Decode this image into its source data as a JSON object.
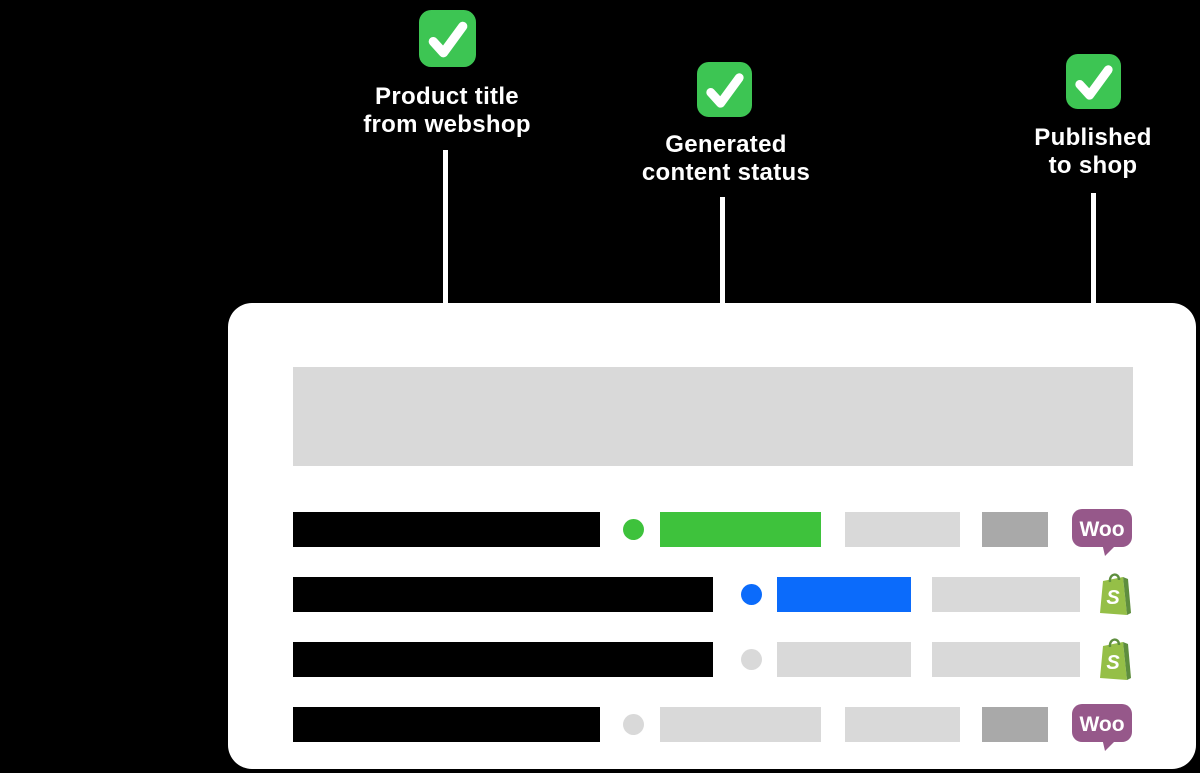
{
  "background_color": "#000000",
  "annotations": [
    {
      "icon": "check-icon",
      "line1": "Product title",
      "line2": "from webshop"
    },
    {
      "icon": "check-icon",
      "line1": "Generated",
      "line2": "content status"
    },
    {
      "icon": "check-icon",
      "line1": "Published",
      "line2": "to shop"
    }
  ],
  "colors": {
    "check_green": "#3dc553",
    "accent_green": "#3ec23c",
    "accent_blue": "#0b6bfb",
    "skeleton_gray": "#d9d9d9",
    "skeleton_dark_gray": "#a9a9a9",
    "title_bar_black": "#000000",
    "card_white": "#ffffff",
    "label_white": "#ffffff",
    "woo_purple": "#96588a",
    "shopify_green": "#95bf47",
    "shopify_green_dark": "#5e8e3e"
  },
  "icons": {
    "woocommerce_label": "Woo",
    "shopify_initial": "S"
  },
  "card": {
    "header_color": "#d9d9d9",
    "rows": [
      {
        "platform": "WooCommerce",
        "title_color": "#000000",
        "dot_color": "#3ec23c",
        "bar_a_color": "#3ec23c",
        "bar_b_color": "#d9d9d9",
        "bar_c_color": "#a9a9a9"
      },
      {
        "platform": "Shopify",
        "title_color": "#000000",
        "dot_color": "#0b6bfb",
        "bar_a_color": "#0b6bfb",
        "bar_b_color": "#d9d9d9"
      },
      {
        "platform": "Shopify",
        "title_color": "#000000",
        "dot_color": "#d9d9d9",
        "bar_a_color": "#d9d9d9",
        "bar_b_color": "#d9d9d9"
      },
      {
        "platform": "WooCommerce",
        "title_color": "#000000",
        "dot_color": "#d9d9d9",
        "bar_a_color": "#d9d9d9",
        "bar_b_color": "#d9d9d9",
        "bar_c_color": "#a9a9a9"
      }
    ]
  }
}
